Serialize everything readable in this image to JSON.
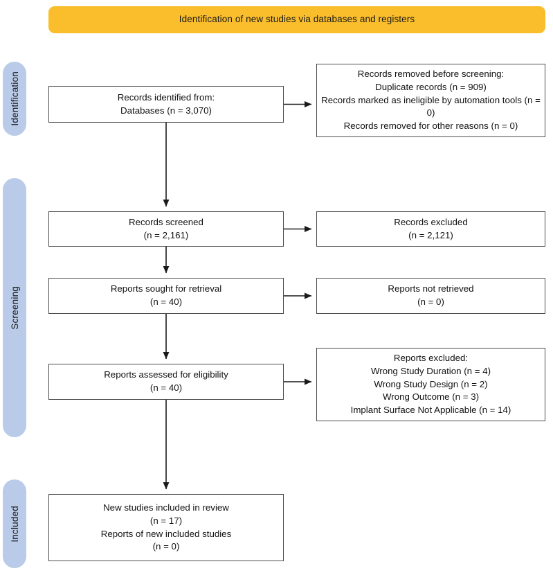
{
  "banner": {
    "title": "Identification of new studies via databases and registers",
    "color": "#fabe2c"
  },
  "stages": {
    "color": "#b9cbe8",
    "identification": "Identification",
    "screening": "Screening",
    "included": "Included"
  },
  "boxes": {
    "identified": "Records identified from:\nDatabases (n = 3,070)",
    "removed": "Records removed before screening:\nDuplicate records (n = 909)\nRecords marked as ineligible by automation tools (n = 0)\nRecords removed for other reasons (n = 0)",
    "screened": "Records screened\n(n = 2,161)",
    "excluded_screened": "Records excluded\n(n = 2,121)",
    "sought": "Reports sought for retrieval\n(n = 40)",
    "not_retrieved": "Reports not retrieved\n(n = 0)",
    "assessed": "Reports assessed for eligibility\n(n = 40)",
    "excluded_eligibility": "Reports excluded:\nWrong Study Duration (n =  4)\nWrong Study Design (n =  2)\nWrong Outcome (n =  3)\nImplant Surface Not Applicable (n =  14)",
    "included": "New studies included in review\n(n = 17)\nReports of new included studies\n(n = 0)"
  },
  "chart_data": {
    "type": "diagram",
    "title": "Identification of new studies via databases and registers",
    "nodes": [
      {
        "id": "identified",
        "stage": "Identification",
        "label": "Records identified from: Databases",
        "n": 3070
      },
      {
        "id": "removed",
        "stage": "Identification",
        "label": "Records removed before screening",
        "items": [
          {
            "label": "Duplicate records",
            "n": 909
          },
          {
            "label": "Records marked as ineligible by automation tools",
            "n": 0
          },
          {
            "label": "Records removed for other reasons",
            "n": 0
          }
        ]
      },
      {
        "id": "screened",
        "stage": "Screening",
        "label": "Records screened",
        "n": 2161
      },
      {
        "id": "excluded_screened",
        "stage": "Screening",
        "label": "Records excluded",
        "n": 2121
      },
      {
        "id": "sought",
        "stage": "Screening",
        "label": "Reports sought for retrieval",
        "n": 40
      },
      {
        "id": "not_retrieved",
        "stage": "Screening",
        "label": "Reports not retrieved",
        "n": 0
      },
      {
        "id": "assessed",
        "stage": "Screening",
        "label": "Reports assessed for eligibility",
        "n": 40
      },
      {
        "id": "excluded_eligibility",
        "stage": "Screening",
        "label": "Reports excluded",
        "items": [
          {
            "label": "Wrong Study Duration",
            "n": 4
          },
          {
            "label": "Wrong Study Design",
            "n": 2
          },
          {
            "label": "Wrong Outcome",
            "n": 3
          },
          {
            "label": "Implant Surface Not Applicable",
            "n": 14
          }
        ]
      },
      {
        "id": "included",
        "stage": "Included",
        "label": "New studies included in review",
        "n": 17,
        "secondary": {
          "label": "Reports of new included studies",
          "n": 0
        }
      }
    ],
    "edges": [
      {
        "from": "identified",
        "to": "removed",
        "direction": "right"
      },
      {
        "from": "identified",
        "to": "screened",
        "direction": "down"
      },
      {
        "from": "screened",
        "to": "excluded_screened",
        "direction": "right"
      },
      {
        "from": "screened",
        "to": "sought",
        "direction": "down"
      },
      {
        "from": "sought",
        "to": "not_retrieved",
        "direction": "right"
      },
      {
        "from": "sought",
        "to": "assessed",
        "direction": "down"
      },
      {
        "from": "assessed",
        "to": "excluded_eligibility",
        "direction": "right"
      },
      {
        "from": "assessed",
        "to": "included",
        "direction": "down"
      }
    ]
  }
}
